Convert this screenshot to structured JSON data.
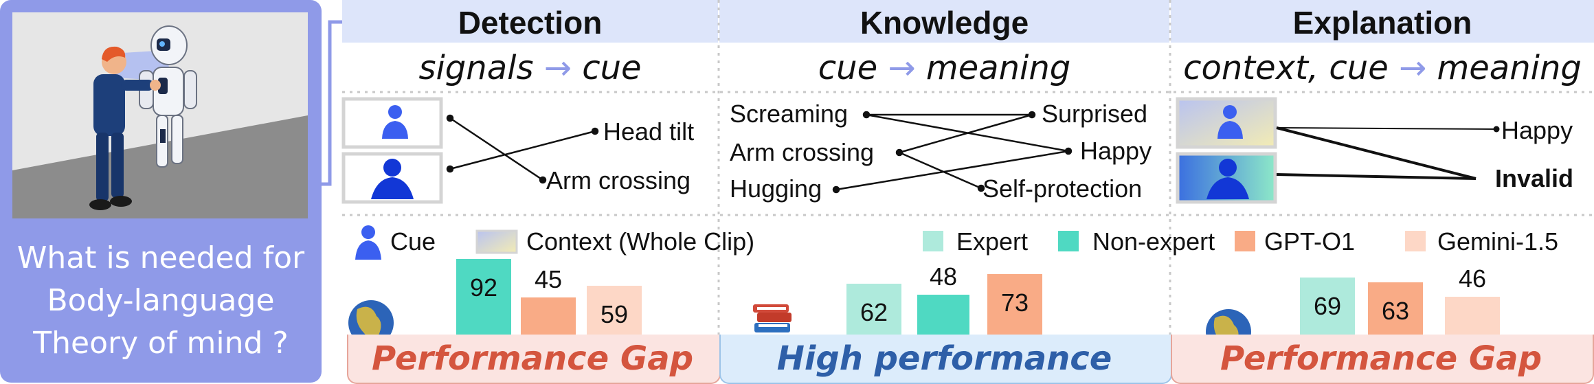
{
  "question": {
    "line1": "What is needed for",
    "line2": "Body-language",
    "line3": "Theory of mind ?"
  },
  "columns": [
    {
      "title": "Detection",
      "subtitle_from": "signals",
      "subtitle_arrow": "→",
      "subtitle_to": "cue",
      "right_labels": [
        "Head tilt",
        "Arm crossing"
      ],
      "gap_label": "Performance Gap"
    },
    {
      "title": "Knowledge",
      "subtitle_from": "cue",
      "subtitle_arrow": "→",
      "subtitle_to": "meaning",
      "left_labels": [
        "Screaming",
        "Arm crossing",
        "Hugging"
      ],
      "right_labels": [
        "Surprised",
        "Happy",
        "Self-protection"
      ],
      "gap_label": "High performance"
    },
    {
      "title": "Explanation",
      "subtitle_from": "context, cue",
      "subtitle_arrow": "→",
      "subtitle_to": "meaning",
      "right_labels": [
        "Happy",
        "Invalid"
      ],
      "gap_label": "Performance Gap"
    }
  ],
  "legend": {
    "cue": "Cue",
    "context": "Context (Whole Clip)",
    "expert": "Expert",
    "non_expert": "Non-expert",
    "gpt": "GPT-O1",
    "gemini": "Gemini-1.5"
  },
  "colors": {
    "expert": "#aeeadc",
    "non_expert": "#4fd9c2",
    "gpt": "#f9ab86",
    "gemini": "#fdd7c6",
    "accent": "#8f9ae8",
    "gap_text": "#d4553e",
    "high_text": "#2e5fa8"
  },
  "chart_data": [
    {
      "type": "bar",
      "categories": [
        "Non-expert",
        "GPT-O1",
        "Gemini-1.5"
      ],
      "values": [
        92,
        45,
        59
      ]
    },
    {
      "type": "bar",
      "categories": [
        "Expert",
        "Non-expert",
        "GPT-O1"
      ],
      "values": [
        62,
        48,
        73
      ]
    },
    {
      "type": "bar",
      "categories": [
        "Expert",
        "GPT-O1",
        "Gemini-1.5"
      ],
      "values": [
        69,
        63,
        46
      ]
    }
  ]
}
